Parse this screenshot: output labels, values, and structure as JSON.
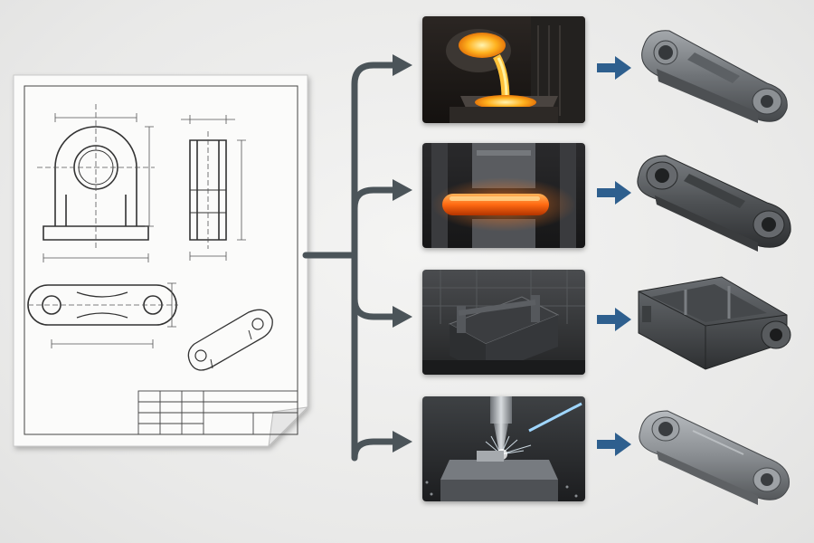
{
  "diagram": {
    "colors": {
      "connector": "#4b5459",
      "step_arrow": "#2e5f8e",
      "drawing_line": "#3a3a3a",
      "steel": "#7d8185"
    },
    "source": {
      "item": "engineering-drawing",
      "icon": "technical-drawing-sheet"
    },
    "processes": [
      {
        "id": "casting",
        "photo": "molten-metal-pouring-into-mold",
        "result": "cast-link-part"
      },
      {
        "id": "forging",
        "photo": "glowing-billet-in-forging-press",
        "result": "forged-link-part"
      },
      {
        "id": "welding-fabrication",
        "photo": "welded-steel-frame",
        "result": "fabricated-box-link-part"
      },
      {
        "id": "cnc-machining",
        "photo": "cnc-milling-with-coolant-spray",
        "result": "machined-link-part"
      }
    ]
  }
}
